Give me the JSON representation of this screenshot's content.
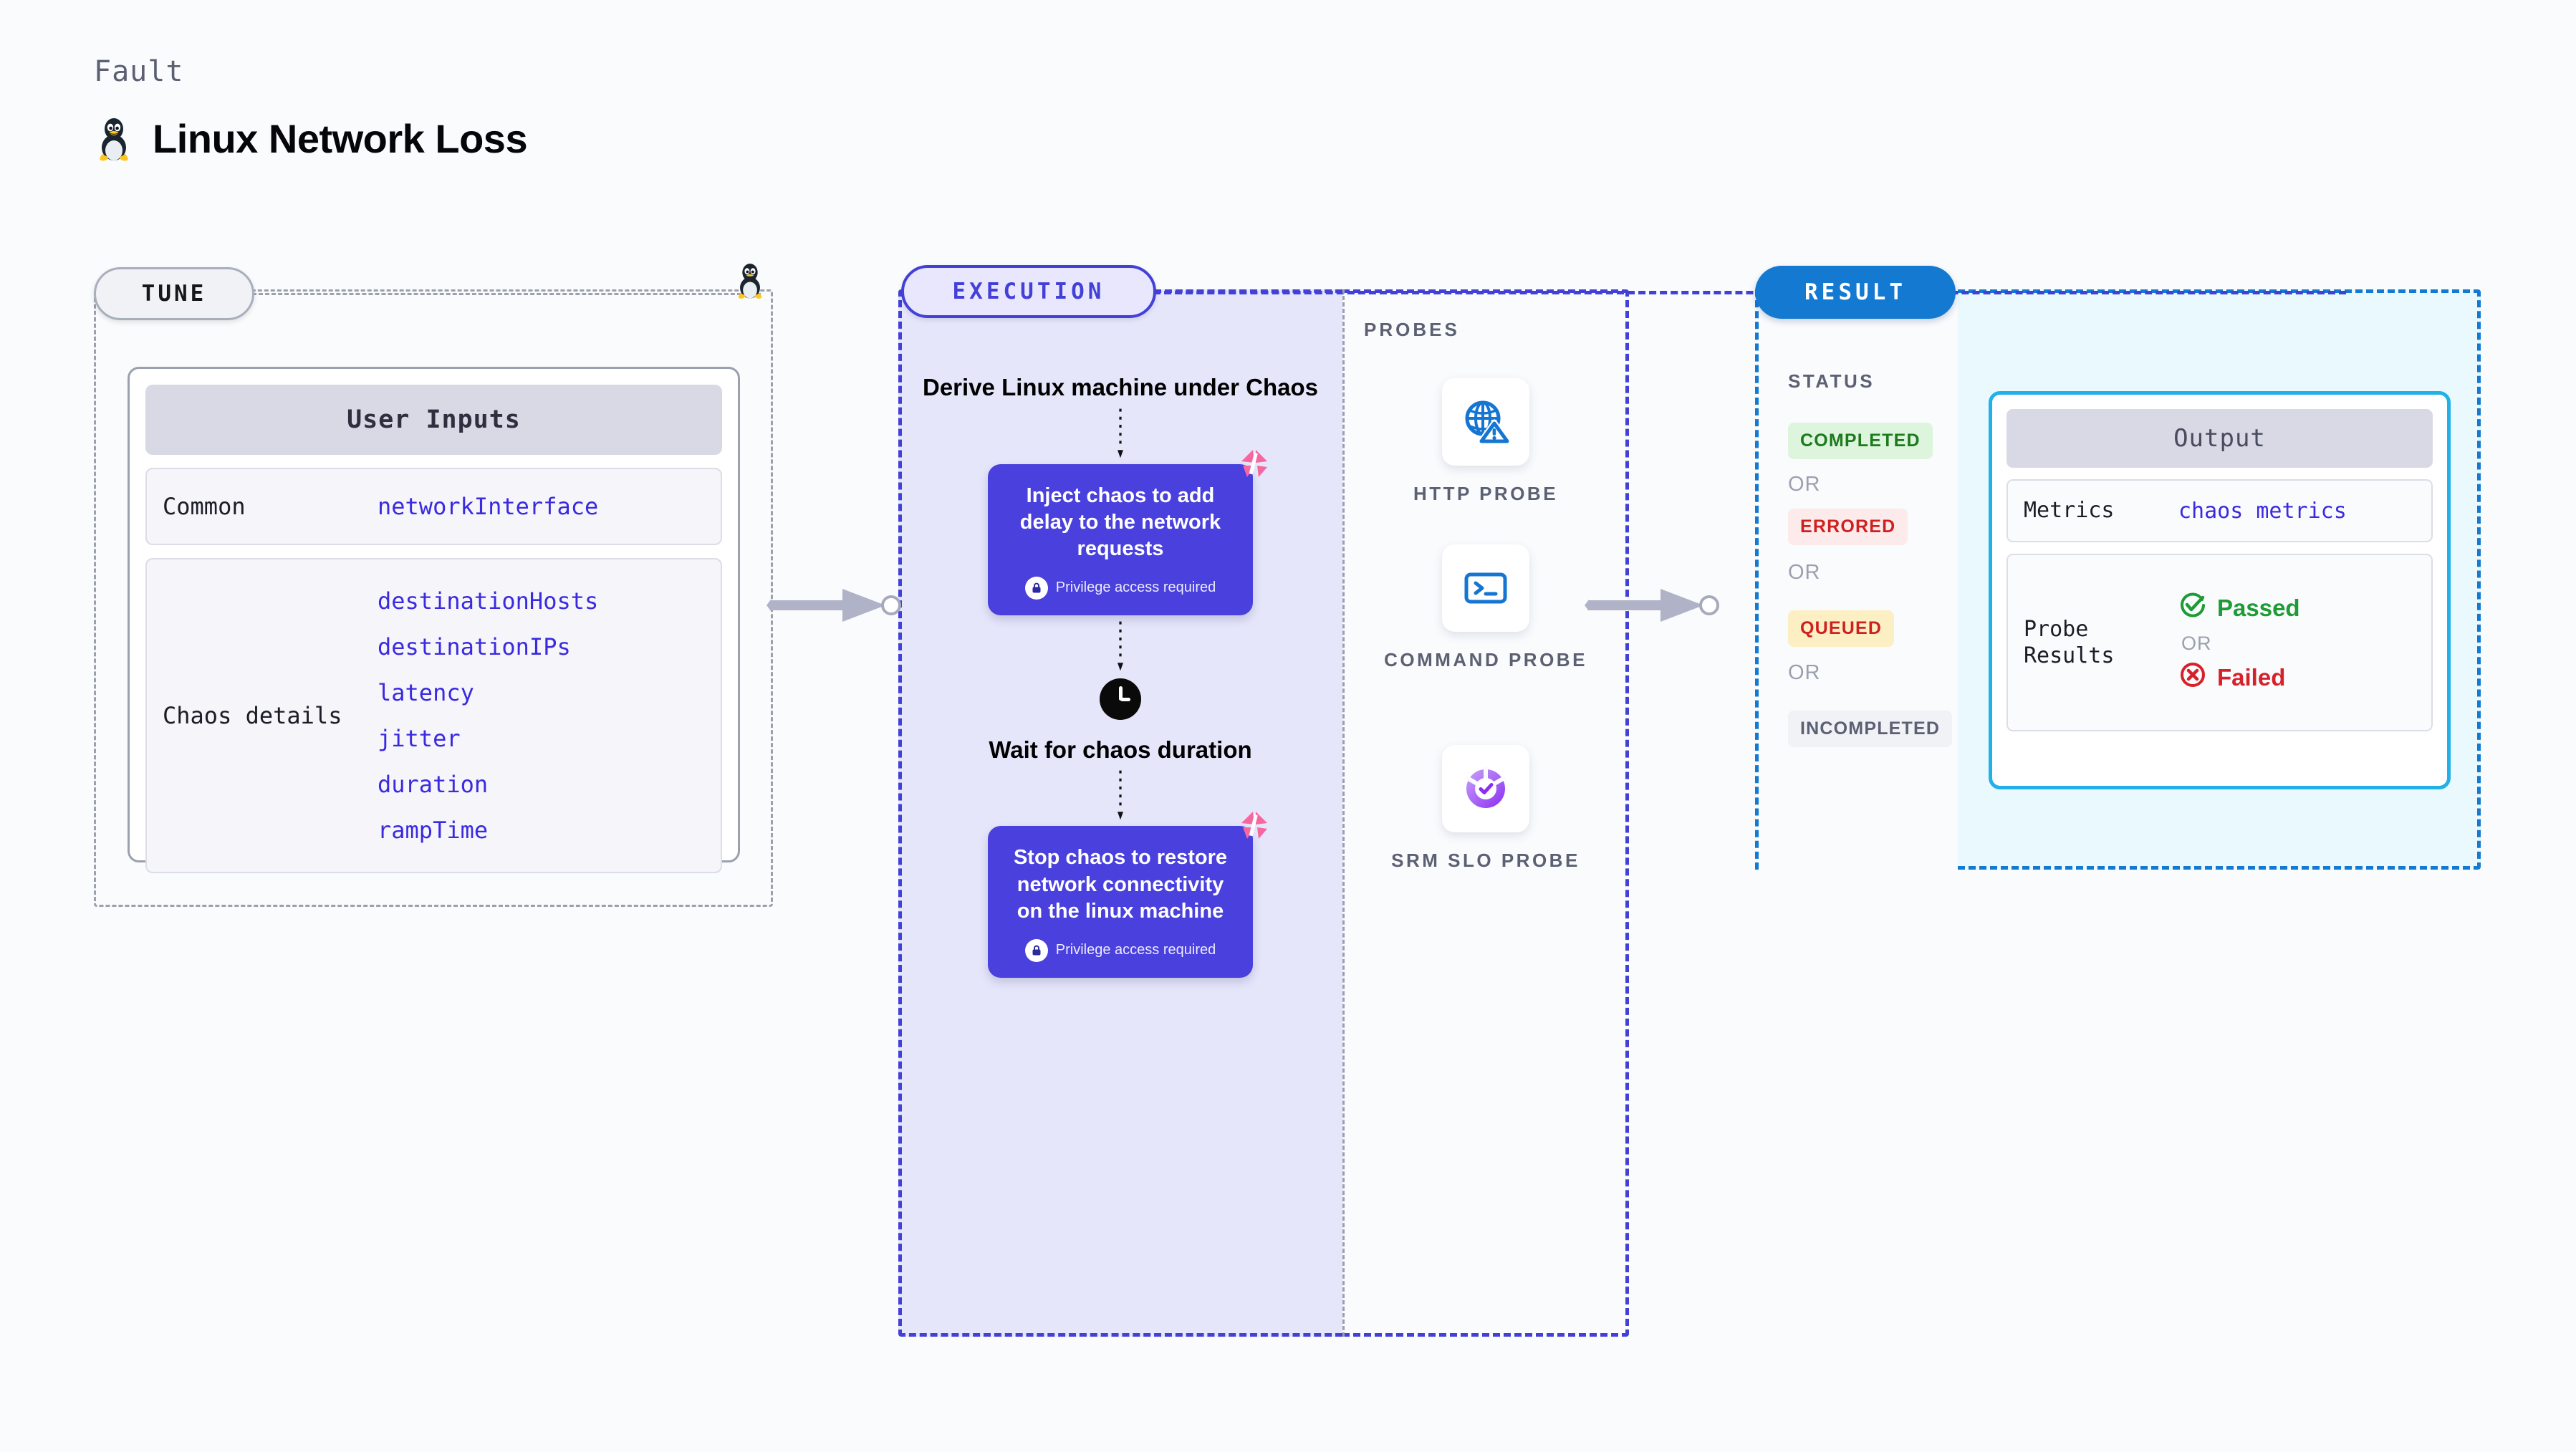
{
  "header": {
    "eyebrow": "Fault",
    "title": "Linux Network Loss",
    "icon": "linux-penguin-icon"
  },
  "tune": {
    "pill_label": "TUNE",
    "card_title": "User Inputs",
    "rows": [
      {
        "label": "Common",
        "values": [
          "networkInterface"
        ]
      },
      {
        "label": "Chaos details",
        "values": [
          "destinationHosts",
          "destinationIPs",
          "latency",
          "jitter",
          "duration",
          "rampTime"
        ]
      }
    ]
  },
  "execution": {
    "pill_label": "EXECUTION",
    "steps": [
      {
        "type": "text",
        "text": "Derive Linux machine under Chaos"
      },
      {
        "type": "card",
        "text": "Inject chaos to add delay to the network requests",
        "privilege": "Privilege access required"
      },
      {
        "type": "clock",
        "text": "Wait for chaos duration"
      },
      {
        "type": "card",
        "text": "Stop chaos to restore network connectivity on the linux machine",
        "privilege": "Privilege access required"
      }
    ]
  },
  "probes": {
    "label": "PROBES",
    "items": [
      {
        "name": "HTTP PROBE",
        "icon": "globe-warning-icon"
      },
      {
        "name": "COMMAND PROBE",
        "icon": "terminal-icon"
      },
      {
        "name": "SRM SLO PROBE",
        "icon": "slo-donut-check-icon"
      }
    ]
  },
  "result": {
    "pill_label": "RESULT",
    "status_label": "STATUS",
    "or_label": "OR",
    "statuses": [
      {
        "text": "COMPLETED",
        "color": "#1d7a1d",
        "bg": "#ddf5dd"
      },
      {
        "text": "ERRORED",
        "color": "#cf2020",
        "bg": "#fdeaea"
      },
      {
        "text": "QUEUED",
        "color": "#cf2020",
        "bg": "#fcefc4"
      },
      {
        "text": "INCOMPLETED",
        "color": "#5b6072",
        "bg": "#f1f2f6"
      }
    ],
    "output": {
      "title": "Output",
      "metrics_label": "Metrics",
      "metrics_value": "chaos metrics",
      "probe_results_label": "Probe Results",
      "passed": "Passed",
      "failed": "Failed",
      "or_label": "OR"
    }
  },
  "colors": {
    "purple": "#4940dd",
    "blue": "#1479d0",
    "cyan": "#22b0e8",
    "pink": "#f7679f",
    "green": "#1d9b34",
    "red": "#d6212a",
    "gray_dash": "#9aa0ae"
  }
}
